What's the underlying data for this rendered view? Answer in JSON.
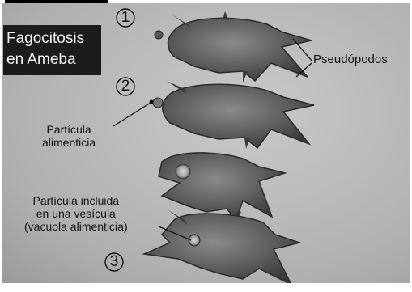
{
  "title": {
    "line1": "Fagocitosis",
    "line2": "en Ameba"
  },
  "steps": [
    "1",
    "2",
    "3"
  ],
  "labels": {
    "pseudopods": "Pseudópodos",
    "particle": [
      "Partícula",
      "alimenticia"
    ],
    "included": [
      "Partícula incluida",
      "en una vesícula",
      "(vacuola alimenticia)"
    ]
  },
  "colors": {
    "title_bg": "#1c1c1c",
    "title_text": "#f2f2f2",
    "background": "#b9b9b9",
    "cell": "#5c5c5c"
  }
}
